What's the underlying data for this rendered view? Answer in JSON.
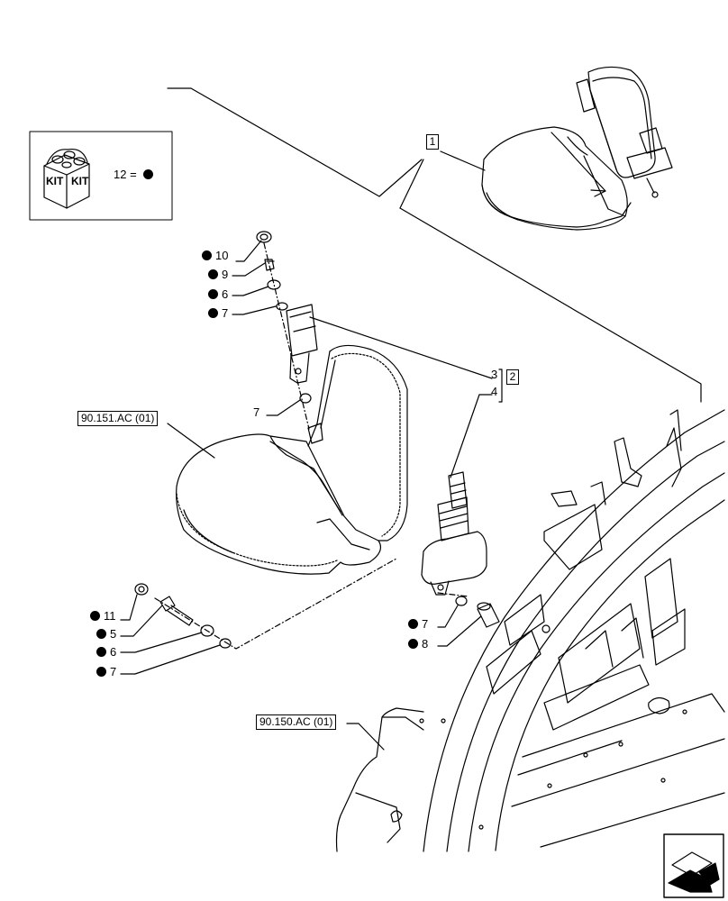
{
  "kit_legend": {
    "icon_text_left": "KIT",
    "icon_text_right": "KIT",
    "equation": "12 ="
  },
  "refs": {
    "assembly_seat": "1",
    "assembly_belt": "2",
    "seat_section": "90.151.AC (01)",
    "frame_section": "90.150.AC (01)"
  },
  "callouts": {
    "c10": "10",
    "c9": "9",
    "c6_top": "6",
    "c7_top": "7",
    "c7_mid": "7",
    "c3": "3",
    "c4": "4",
    "c11": "11",
    "c5": "5",
    "c6_bot": "6",
    "c7_bot": "7",
    "c7_right": "7",
    "c8": "8"
  }
}
